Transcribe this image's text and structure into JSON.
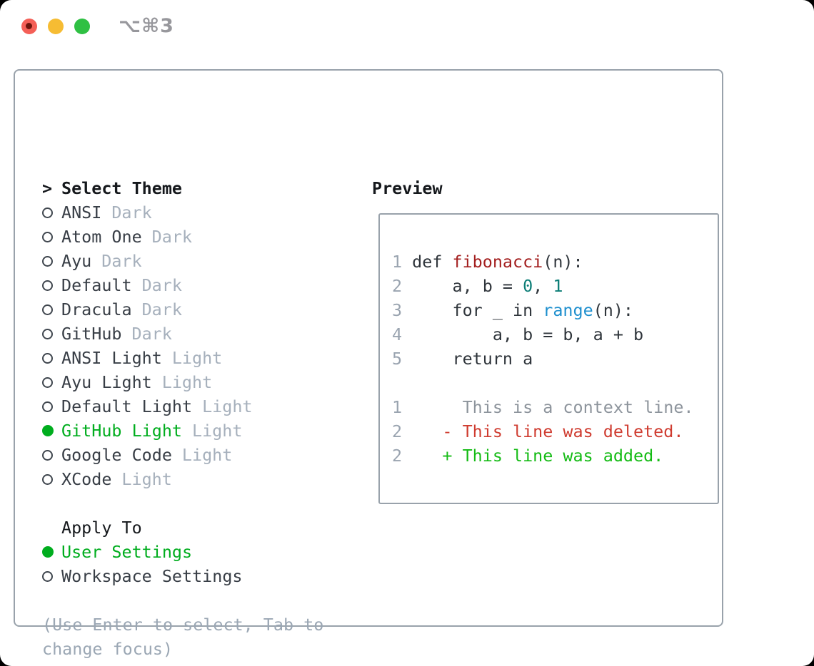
{
  "window": {
    "title": "⌥⌘3"
  },
  "colors": {
    "tl_red": "#f45f57",
    "tl_yellow": "#f6bc33",
    "tl_green": "#2fc043",
    "tl_dot": "#6d140c",
    "title_gray": "#97979c",
    "border_gray": "#99a2ab",
    "heading_text": "#15181c",
    "item_text": "#383e46",
    "muted_gray": "#a6b0bc",
    "ring_gray": "#3f464e",
    "hint_gray": "#9ba7b4",
    "accent_green": "#00ad1e",
    "code_text": "#2f353b",
    "linenum_gray": "#9aa4b0",
    "context_gray": "#8d949c",
    "func_red": "#a31f1f",
    "builtin_blue": "#1e8fce",
    "number_teal": "#0b7d76",
    "deleted_red": "#cf3c30",
    "added_green": "#14bb14"
  },
  "theme_panel": {
    "title": "Select Theme",
    "prompt": ">",
    "items": [
      {
        "name": "ANSI",
        "variant": "Dark",
        "selected": false
      },
      {
        "name": "Atom One",
        "variant": "Dark",
        "selected": false
      },
      {
        "name": "Ayu",
        "variant": "Dark",
        "selected": false
      },
      {
        "name": "Default",
        "variant": "Dark",
        "selected": false
      },
      {
        "name": "Dracula",
        "variant": "Dark",
        "selected": false
      },
      {
        "name": "GitHub",
        "variant": "Dark",
        "selected": false
      },
      {
        "name": "ANSI Light",
        "variant": "Light",
        "selected": false
      },
      {
        "name": "Ayu Light",
        "variant": "Light",
        "selected": false
      },
      {
        "name": "Default Light",
        "variant": "Light",
        "selected": false
      },
      {
        "name": "GitHub Light",
        "variant": "Light",
        "selected": true
      },
      {
        "name": "Google Code",
        "variant": "Light",
        "selected": false
      },
      {
        "name": "XCode",
        "variant": "Light",
        "selected": false
      }
    ]
  },
  "apply_panel": {
    "title": "Apply To",
    "items": [
      {
        "name": "User Settings",
        "selected": true
      },
      {
        "name": "Workspace Settings",
        "selected": false
      }
    ]
  },
  "hint": {
    "lines": [
      "(Use Enter to select, Tab to",
      "change focus)"
    ]
  },
  "preview": {
    "title": "Preview",
    "lines": [
      [
        [
          "1 ",
          "num"
        ],
        [
          "def ",
          "code"
        ],
        [
          "fibonacci",
          "func"
        ],
        [
          "(n):",
          "code"
        ]
      ],
      [
        [
          "2 ",
          "num"
        ],
        [
          "    a, b = ",
          "code"
        ],
        [
          "0",
          "number"
        ],
        [
          ", ",
          "code"
        ],
        [
          "1",
          "number"
        ]
      ],
      [
        [
          "3 ",
          "num"
        ],
        [
          "    for _ in ",
          "code"
        ],
        [
          "range",
          "builtin"
        ],
        [
          "(n):",
          "code"
        ]
      ],
      [
        [
          "4 ",
          "num"
        ],
        [
          "        a, b = b, a + b",
          "code"
        ]
      ],
      [
        [
          "5 ",
          "num"
        ],
        [
          "    return a",
          "code"
        ]
      ],
      [],
      [
        [
          "1 ",
          "num"
        ],
        [
          "     This is a context line.",
          "context"
        ]
      ],
      [
        [
          "2 ",
          "num"
        ],
        [
          "   - This line was deleted.",
          "deleted"
        ]
      ],
      [
        [
          "2 ",
          "num"
        ],
        [
          "   + This line was added.",
          "added"
        ]
      ]
    ]
  }
}
